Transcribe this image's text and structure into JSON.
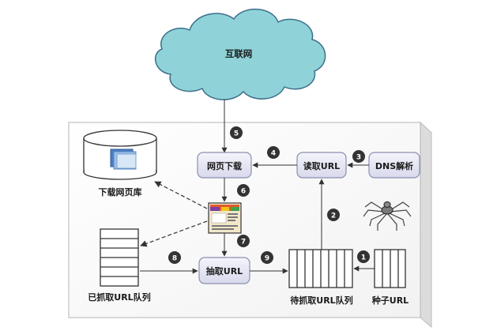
{
  "diagram": {
    "cloud_label": "互联网",
    "nodes": {
      "download": "网页下载",
      "read_url": "读取URL",
      "dns": "DNS解析",
      "extract": "抽取URL"
    },
    "storage": {
      "page_db": "下载网页库",
      "crawled_queue": "已抓取URL队列",
      "pending_queue": "待抓取URL队列",
      "seed": "种子URL"
    },
    "steps": [
      "1",
      "2",
      "3",
      "4",
      "5",
      "6",
      "7",
      "8",
      "9"
    ],
    "colors": {
      "cloud_fill": "#8fd3d8",
      "cloud_stroke": "#3c6e8a",
      "node_fill": "#e6e6f3",
      "node_stroke": "#8a8fb0",
      "step_fill": "#333333"
    }
  }
}
